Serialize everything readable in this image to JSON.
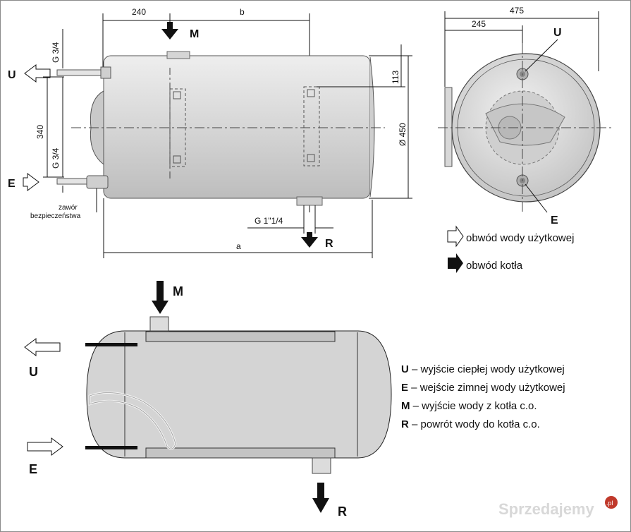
{
  "dims": {
    "d240": "240",
    "b": "b",
    "a": "a",
    "g34_top": "G 3/4",
    "g34_bottom": "G 3/4",
    "d340": "340",
    "d113": "113",
    "d450": "Ø 450",
    "g114": "G 1\"1/4",
    "d475": "475",
    "d245": "245"
  },
  "valve_label": [
    "zawór",
    "bezpieczeństwa"
  ],
  "ports": {
    "U": "U",
    "E": "E",
    "M": "M",
    "R": "R"
  },
  "legend_arrows": {
    "utility": "obwód wody użytkowej",
    "boiler": "obwód kotła"
  },
  "legend": [
    {
      "key": "U",
      "text": " – wyjście ciepłej wody użytkowej"
    },
    {
      "key": "E",
      "text": " – wejście zimnej wody użytkowej"
    },
    {
      "key": "M",
      "text": " – wyjście wody z kotła c.o."
    },
    {
      "key": "R",
      "text": " – powrót wody do kotła c.o."
    }
  ],
  "watermark": {
    "text": "Sprzedajemy",
    "suffix": ".pl"
  },
  "colors": {
    "tank_fill": "#d9d9d9",
    "line": "#111111",
    "watermark": "#d8d8d8",
    "watermark_badge": "#c0392b"
  }
}
